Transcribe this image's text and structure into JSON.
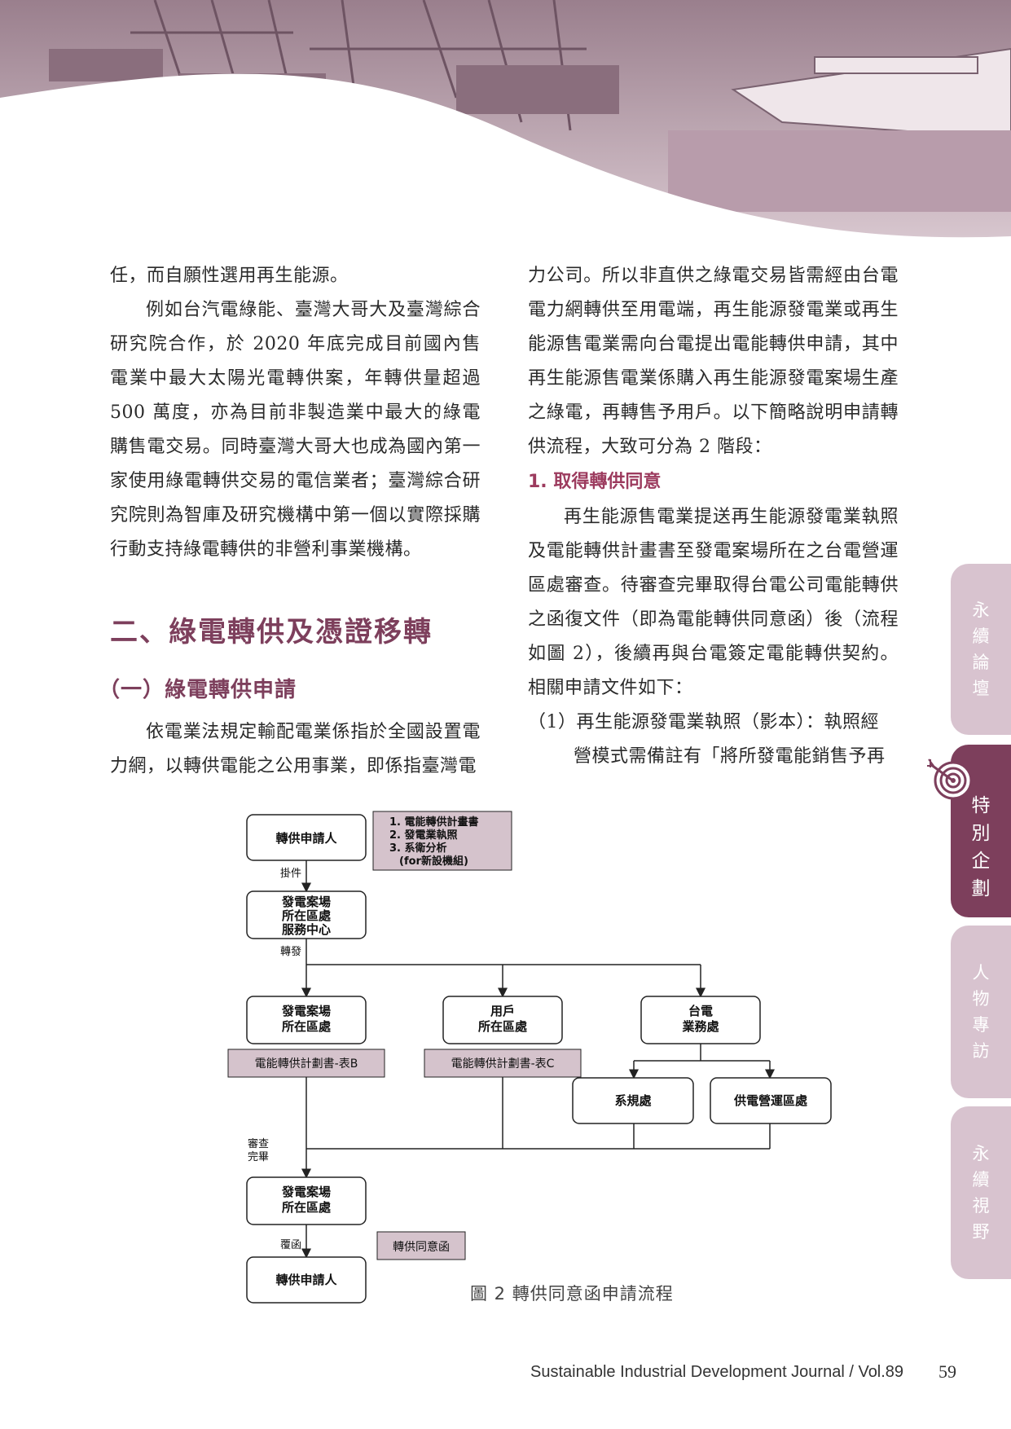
{
  "left_column": {
    "p1": "任，而自願性選用再生能源。",
    "p2": "例如台汽電綠能、臺灣大哥大及臺灣綜合研究院合作，於 2020 年底完成目前國內售電業中最大太陽光電轉供案，年轉供量超過 500 萬度，亦為目前非製造業中最大的綠電購售電交易。同時臺灣大哥大也成為國內第一家使用綠電轉供交易的電信業者；臺灣綜合研究院則為智庫及研究機構中第一個以實際採購行動支持綠電轉供的非營利事業機構。",
    "section_heading": "二、綠電轉供及憑證移轉",
    "subsection_heading": "（一）綠電轉供申請",
    "p3": "依電業法規定輸配電業係指於全國設置電力網，以轉供電能之公用事業，即係指臺灣電"
  },
  "right_column": {
    "p1": "力公司。所以非直供之綠電交易皆需經由台電電力網轉供至用電端，再生能源發電業或再生能源售電業需向台電提出電能轉供申請，其中再生能源售電業係購入再生能源發電案場生產之綠電，再轉售予用戶。以下簡略說明申請轉供流程，大致可分為 2 階段：",
    "step_heading": "1. 取得轉供同意",
    "p2": "再生能源售電業提送再生能源發電業執照及電能轉供計畫書至發電案場所在之台電營運區處審查。待審查完畢取得台電公司電能轉供之函復文件（即為電能轉供同意函）後（流程如圖 2），後續再與台電簽定電能轉供契約。相關申請文件如下：",
    "item1_first": "（1）再生能源發電業執照（影本）：執照經",
    "item1_cont": "營模式需備註有「將所發電能銷售予再"
  },
  "side_tabs": [
    {
      "label": [
        "永",
        "續",
        "論",
        "壇"
      ]
    },
    {
      "label": [
        "特",
        "別",
        "企",
        "劃"
      ]
    },
    {
      "label": [
        "人",
        "物",
        "專",
        "訪"
      ]
    },
    {
      "label": [
        "永",
        "續",
        "視",
        "野"
      ]
    }
  ],
  "icons": {
    "target": "target-icon"
  },
  "flowchart": {
    "applicant_top": "轉供申請人",
    "docs_note": [
      "1. 電能轉供計畫書",
      "2. 發電業執照",
      "3. 系衛分析",
      "   (for新設機組)"
    ],
    "label_submit": "掛件",
    "service_center": [
      "發電案場",
      "所在區處",
      "服務中心"
    ],
    "label_forward": "轉發",
    "plant_region_1": [
      "發電案場",
      "所在區處"
    ],
    "user_region": [
      "用戶",
      "所在區處"
    ],
    "taipower_business": [
      "台電",
      "業務處"
    ],
    "form_b": "電能轉供計劃書-表B",
    "form_c": "電能轉供計劃書-表C",
    "system_planning": "系規處",
    "supply_region": "供電營運區處",
    "label_review": [
      "審查",
      "完畢"
    ],
    "plant_region_2": [
      "發電案場",
      "所在區處"
    ],
    "label_reply": "覆函",
    "consent_letter": "轉供同意函",
    "applicant_bottom": "轉供申請人"
  },
  "caption": "圖 2  轉供同意函申請流程",
  "footer": {
    "journal": "Sustainable Industrial Development Journal / Vol.89",
    "page": "59"
  },
  "colors": {
    "accent": "#7d3f5c",
    "tab_inactive": "#d8c3cf",
    "fc_fill": "#d5c3cc"
  }
}
